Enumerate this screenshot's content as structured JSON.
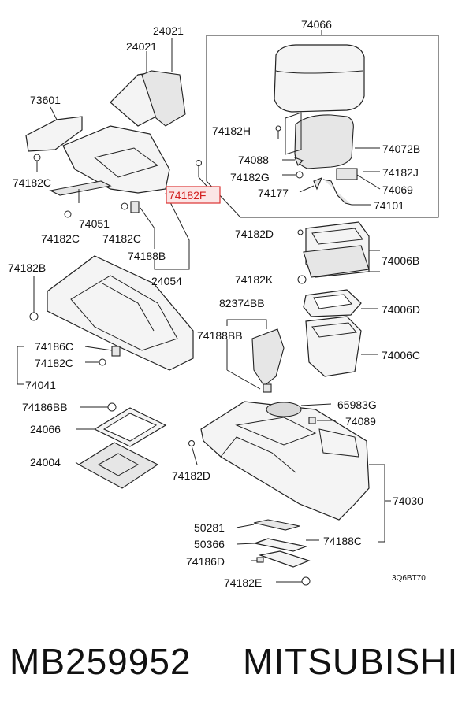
{
  "diagram": {
    "labels": {
      "p24021a": "24021",
      "p24021b": "24021",
      "p73601": "73601",
      "p74182C_a": "74182C",
      "p74051": "74051",
      "p74182C_b": "74182C",
      "p74182C_c": "74182C",
      "p74188B": "74188B",
      "p24054": "24054",
      "p74182F": "74182F",
      "p74182B": "74182B",
      "p74186C": "74186C",
      "p74182C_d": "74182C",
      "p74041": "74041",
      "p74186BB": "74186BB",
      "p24066": "24066",
      "p24004": "24004",
      "p74182D_a": "74182D",
      "p74066": "74066",
      "p74182H": "74182H",
      "p74072B": "74072B",
      "p74088": "74088",
      "p74182G": "74182G",
      "p74182J": "74182J",
      "p74177": "74177",
      "p74069": "74069",
      "p74101": "74101",
      "p74182D_b": "74182D",
      "p74006B": "74006B",
      "p74182K": "74182K",
      "p82374BB": "82374BB",
      "p74006D": "74006D",
      "p74188BB": "74188BB",
      "p74006C": "74006C",
      "p65983G": "65983G",
      "p74089": "74089",
      "p74030": "74030",
      "p50281": "50281",
      "p50366": "50366",
      "p74188C": "74188C",
      "p74186D": "74186D",
      "p74182E": "74182E",
      "diagram_code": "3Q6BT70"
    },
    "highlight_color": "#d32020"
  },
  "caption": {
    "part_number": "MB259952",
    "brand": "MITSUBISHI"
  }
}
